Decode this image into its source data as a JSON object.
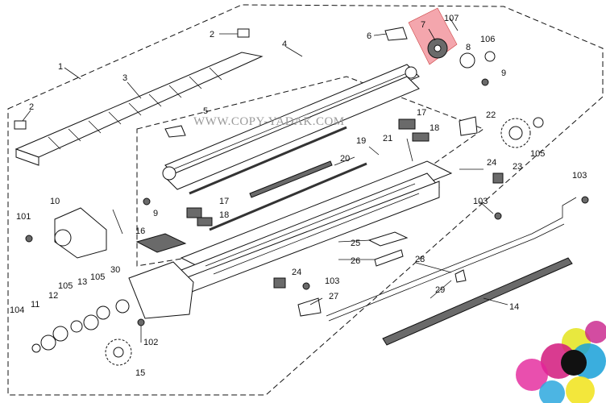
{
  "watermark": "WWW.COPY-YADAK.COM",
  "highlight_color": "#f4a6ad",
  "callouts": [
    {
      "id": "c1",
      "text": "1"
    },
    {
      "id": "c2a",
      "text": "2"
    },
    {
      "id": "c2b",
      "text": "2"
    },
    {
      "id": "c3",
      "text": "3"
    },
    {
      "id": "c4",
      "text": "4"
    },
    {
      "id": "c5",
      "text": "5"
    },
    {
      "id": "c6",
      "text": "6"
    },
    {
      "id": "c7",
      "text": "7"
    },
    {
      "id": "c8",
      "text": "8"
    },
    {
      "id": "c9a",
      "text": "9"
    },
    {
      "id": "c9b",
      "text": "9"
    },
    {
      "id": "c10",
      "text": "10"
    },
    {
      "id": "c11",
      "text": "11"
    },
    {
      "id": "c12",
      "text": "12"
    },
    {
      "id": "c13",
      "text": "13"
    },
    {
      "id": "c14",
      "text": "14"
    },
    {
      "id": "c15",
      "text": "15"
    },
    {
      "id": "c16",
      "text": "16"
    },
    {
      "id": "c17a",
      "text": "17"
    },
    {
      "id": "c17b",
      "text": "17"
    },
    {
      "id": "c18a",
      "text": "18"
    },
    {
      "id": "c18b",
      "text": "18"
    },
    {
      "id": "c19",
      "text": "19"
    },
    {
      "id": "c20",
      "text": "20"
    },
    {
      "id": "c21",
      "text": "21"
    },
    {
      "id": "c22",
      "text": "22"
    },
    {
      "id": "c23",
      "text": "23"
    },
    {
      "id": "c24a",
      "text": "24"
    },
    {
      "id": "c24b",
      "text": "24"
    },
    {
      "id": "c25",
      "text": "25"
    },
    {
      "id": "c26",
      "text": "26"
    },
    {
      "id": "c27",
      "text": "27"
    },
    {
      "id": "c28",
      "text": "28"
    },
    {
      "id": "c29",
      "text": "29"
    },
    {
      "id": "c30",
      "text": "30"
    },
    {
      "id": "c101",
      "text": "101"
    },
    {
      "id": "c102",
      "text": "102"
    },
    {
      "id": "c103a",
      "text": "103"
    },
    {
      "id": "c103b",
      "text": "103"
    },
    {
      "id": "c103c",
      "text": "103"
    },
    {
      "id": "c104",
      "text": "104"
    },
    {
      "id": "c105a",
      "text": "105"
    },
    {
      "id": "c105b",
      "text": "105"
    },
    {
      "id": "c105c",
      "text": "105"
    },
    {
      "id": "c106",
      "text": "106"
    },
    {
      "id": "c107",
      "text": "107"
    }
  ]
}
